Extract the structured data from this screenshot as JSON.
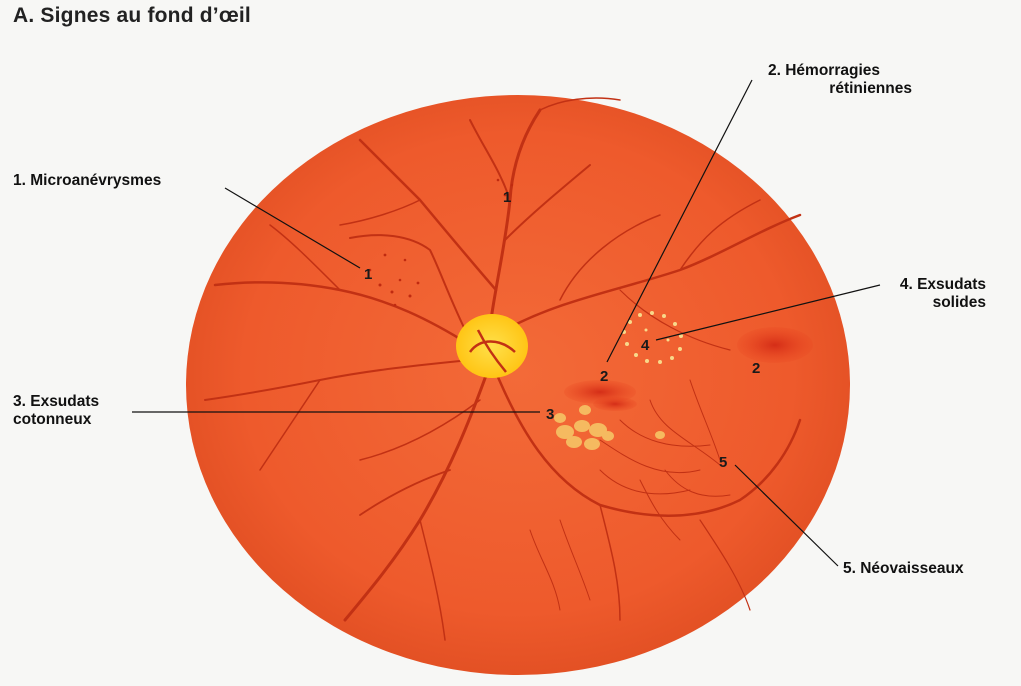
{
  "title": "A. Signes au fond d’œil",
  "labels": {
    "microaneurysms": "1. Microanévrysmes",
    "hemorrhages_line1": "2. Hémorragies",
    "hemorrhages_line2": "rétiniennes",
    "cotton_line1": "3. Exsudats",
    "cotton_line2": "cotonneux",
    "hard_line1": "4. Exsudats",
    "hard_line2": "solides",
    "neovessels": "5. Néovaisseaux"
  },
  "markers": {
    "m1a": "1",
    "m1b": "1",
    "m2a": "2",
    "m2b": "2",
    "m3": "3",
    "m4": "4",
    "m5": "5"
  },
  "colors": {
    "fundus": "#ee5a2c",
    "fundus_edge": "#dc4b20",
    "vessel": "#c23114",
    "disc": "#ffd21f",
    "hemorrhage": "#d8321a",
    "exudate": "#f6c465"
  }
}
